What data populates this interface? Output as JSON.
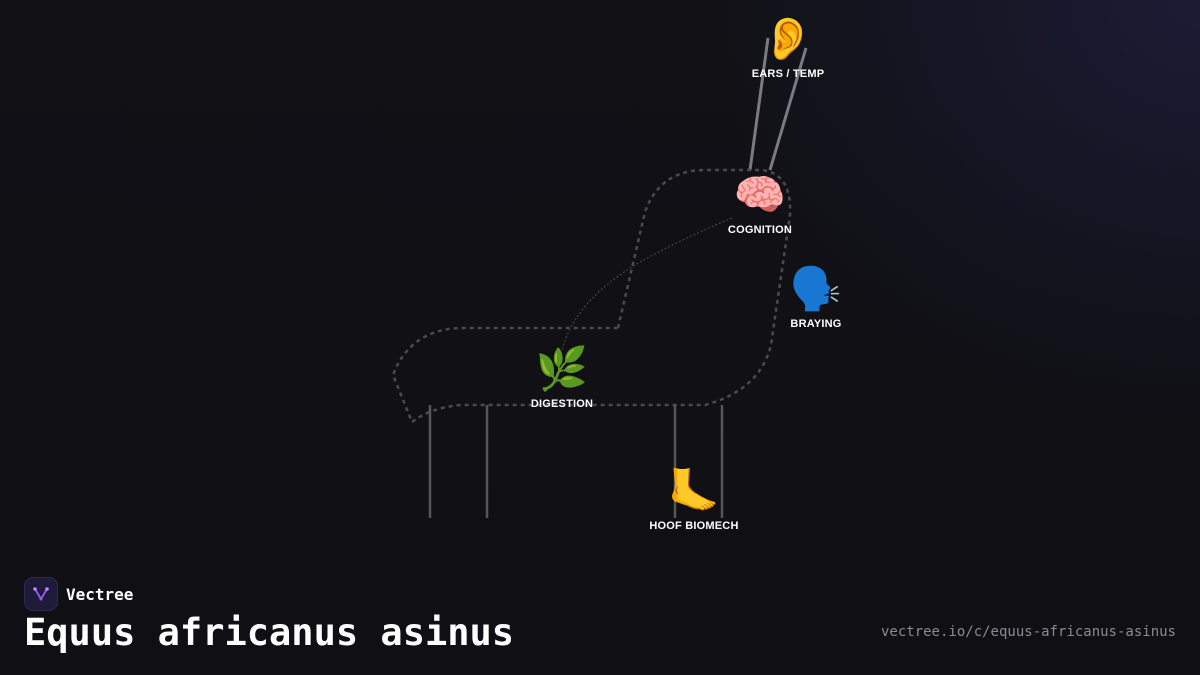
{
  "brand": {
    "name": "Vectree",
    "logo_icon": "vectree-logo-icon",
    "accent": "#9b5cf6"
  },
  "title": "Equus africanus asinus",
  "url": "vectree.io/c/equus-africanus-asinus",
  "nodes": {
    "ears": {
      "label": "EARS / TEMP",
      "icon": "ear-icon",
      "glyph": "👂"
    },
    "cognition": {
      "label": "COGNITION",
      "icon": "brain-icon",
      "glyph": "🧠"
    },
    "braying": {
      "label": "BRAYING",
      "icon": "speaking-head-icon",
      "glyph": "🗣️"
    },
    "digestion": {
      "label": "DIGESTION",
      "icon": "herb-icon",
      "glyph": "🌿"
    },
    "hoof": {
      "label": "HOOF BIOMECH",
      "icon": "foot-icon",
      "glyph": "🦶"
    }
  },
  "colors": {
    "background": "#111116",
    "outline": "#4a4a52",
    "legs": "#55555c",
    "ears": "#7a7a80",
    "label": "#ffffff",
    "url": "#8a8a94"
  }
}
